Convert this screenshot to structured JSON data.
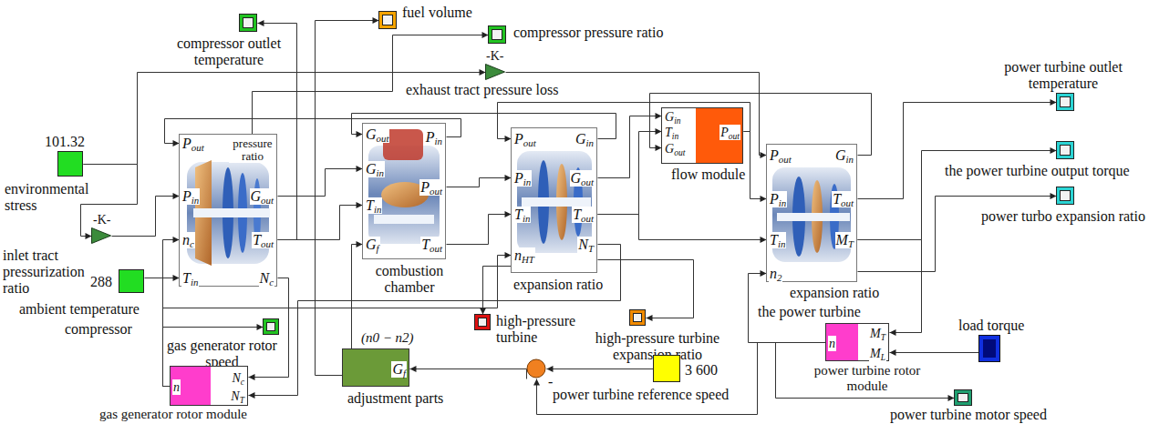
{
  "diagram": {
    "nodes": [
      {
        "text": [
          "fuel volume"
        ]
      },
      {
        "text": [
          "compressor outlet temperature"
        ]
      },
      {
        "text": [
          "compressor pressure ratio"
        ]
      },
      {
        "text": [
          "-K-",
          "exhaust tract pressure loss"
        ]
      },
      {
        "text": [
          "power turbine outlet temperature"
        ]
      },
      {
        "text": [
          "101.32",
          "environmental stress"
        ]
      },
      {
        "text": [
          "the power turbine output torque"
        ]
      },
      {
        "text": [
          "Pout",
          "pressure ratio",
          "Pin",
          "Gout",
          "nc",
          "Tout",
          "Tin",
          "Nc",
          "compressor"
        ]
      },
      {
        "text": [
          "Gout",
          "Pin",
          "Gin",
          "Pout",
          "Tin",
          "Gf",
          "Tout",
          "combustion chamber"
        ]
      },
      {
        "text": [
          "Pout",
          "Gin",
          "Pin",
          "Gout",
          "Tin",
          "Tout",
          "NT",
          "nHT"
        ]
      },
      {
        "text": [
          "Gin",
          "Tin",
          "Gout",
          "Pout",
          "flow module"
        ]
      },
      {
        "text": [
          "Pout",
          "Gin",
          "Pin",
          "Tout",
          "Tin",
          "MT",
          "n2",
          "the power turbine"
        ]
      },
      {
        "text": [
          "power turbo expansion ratio"
        ]
      },
      {
        "text": [
          "-K-",
          "inlet tract pressurization ratio"
        ]
      },
      {
        "text": [
          "288",
          "ambient temperature"
        ]
      },
      {
        "text": [
          "high-pressure turbine"
        ]
      },
      {
        "text": [
          "gas generator rotor speed"
        ]
      },
      {
        "text": [
          "high-pressure turbine expansion ratio"
        ]
      },
      {
        "text": [
          "n",
          "MT",
          "ML",
          "power turbine rotor module"
        ]
      },
      {
        "text": [
          "load torque"
        ]
      },
      {
        "text": [
          "(n0 − n2)",
          "Gf",
          "adjustment parts"
        ]
      },
      {
        "text": [
          "-"
        ]
      },
      {
        "text": [
          "3 600",
          "power turbine reference speed"
        ]
      },
      {
        "text": [
          "n",
          "Nc",
          "NT",
          "gas generator rotor module"
        ]
      },
      {
        "text": [
          "power turbine motor speed"
        ]
      }
    ],
    "edges": [
      {
        "from": 5,
        "to": 13,
        "arrow": "to"
      },
      {
        "from": 13,
        "to": 7,
        "arrow": "to"
      },
      {
        "from": 5,
        "to": 3,
        "arrow": "to"
      },
      {
        "from": 3,
        "to": 11,
        "arrow": "to"
      },
      {
        "from": 14,
        "to": 7,
        "arrow": "to"
      },
      {
        "from": 7,
        "to": 1,
        "arrow": "to"
      },
      {
        "from": 7,
        "to": 2,
        "arrow": "to"
      },
      {
        "from": 7,
        "to": 8,
        "arrow": "to"
      },
      {
        "from": 7,
        "to": 8,
        "arrow": "to"
      },
      {
        "from": 8,
        "to": 7,
        "arrow": "to"
      },
      {
        "from": 8,
        "to": 9,
        "arrow": "to"
      },
      {
        "from": 8,
        "to": 9,
        "arrow": "to"
      },
      {
        "from": 9,
        "to": 8,
        "arrow": "to"
      },
      {
        "from": 10,
        "to": 9,
        "arrow": "to"
      },
      {
        "from": 9,
        "to": 10,
        "arrow": "to"
      },
      {
        "from": 9,
        "to": 10,
        "arrow": "to"
      },
      {
        "from": 11,
        "to": 10,
        "arrow": "to"
      },
      {
        "from": 10,
        "to": 11,
        "arrow": "to"
      },
      {
        "from": 9,
        "to": 11,
        "arrow": "to"
      },
      {
        "from": 11,
        "to": 4,
        "arrow": "to"
      },
      {
        "from": 11,
        "to": 6,
        "arrow": "to"
      },
      {
        "from": 11,
        "to": 12,
        "arrow": "to"
      },
      {
        "from": 11,
        "to": 18,
        "arrow": "to"
      },
      {
        "from": 19,
        "to": 18,
        "arrow": "to"
      },
      {
        "from": 18,
        "to": 24,
        "arrow": "to"
      },
      {
        "from": 18,
        "to": 11,
        "arrow": "to"
      },
      {
        "from": 18,
        "to": 21,
        "arrow": "to"
      },
      {
        "from": 22,
        "to": 21,
        "arrow": "to"
      },
      {
        "from": 21,
        "to": 20,
        "arrow": "to"
      },
      {
        "from": 20,
        "to": 8,
        "arrow": "to"
      },
      {
        "from": 20,
        "to": 0,
        "arrow": "to"
      },
      {
        "from": 23,
        "to": 7,
        "arrow": "to"
      },
      {
        "from": 23,
        "to": 9,
        "arrow": "to"
      },
      {
        "from": 23,
        "to": 16,
        "arrow": "to"
      },
      {
        "from": 9,
        "to": 15,
        "arrow": "to"
      },
      {
        "from": 9,
        "to": 17,
        "arrow": "to"
      },
      {
        "from": 7,
        "to": 23,
        "arrow": "to"
      },
      {
        "from": 9,
        "to": 23,
        "arrow": "to"
      }
    ],
    "labels": [
      "expansion ratio",
      "expansion ratio"
    ]
  }
}
